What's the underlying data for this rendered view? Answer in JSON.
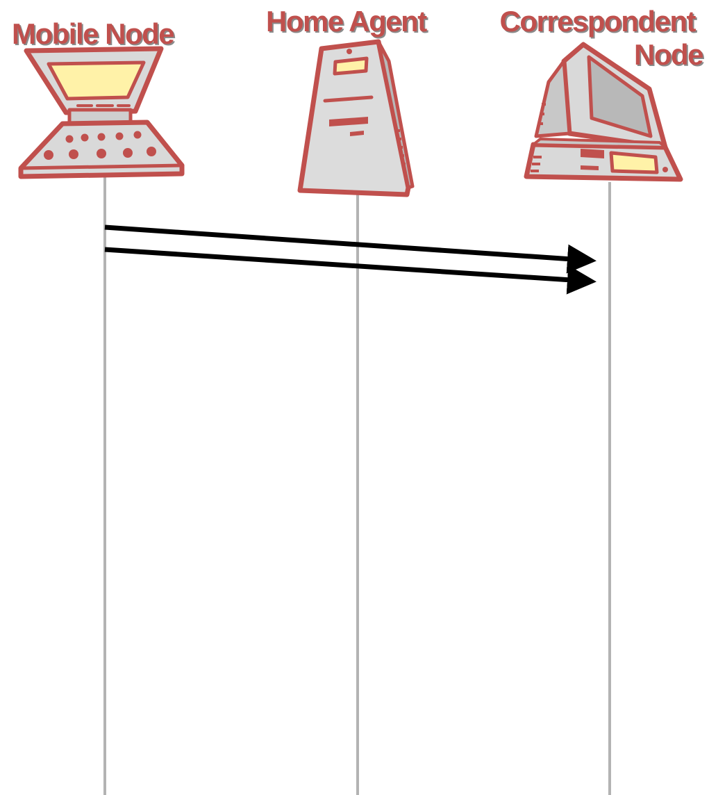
{
  "nodes": {
    "mobile": {
      "label": "Mobile Node"
    },
    "home_agent": {
      "label": "Home Agent"
    },
    "correspondent": {
      "label_line1": "Correspondent",
      "label_line2": "Node"
    }
  },
  "messages": [
    {
      "from": "mobile",
      "to": "correspondent"
    },
    {
      "from": "mobile",
      "to": "correspondent"
    }
  ],
  "colors": {
    "accent": "#c0504d",
    "device_body": "#d9d9d9",
    "screen": "#fff2a8",
    "lifeline": "#b3b3b3",
    "arrow": "#000000"
  }
}
